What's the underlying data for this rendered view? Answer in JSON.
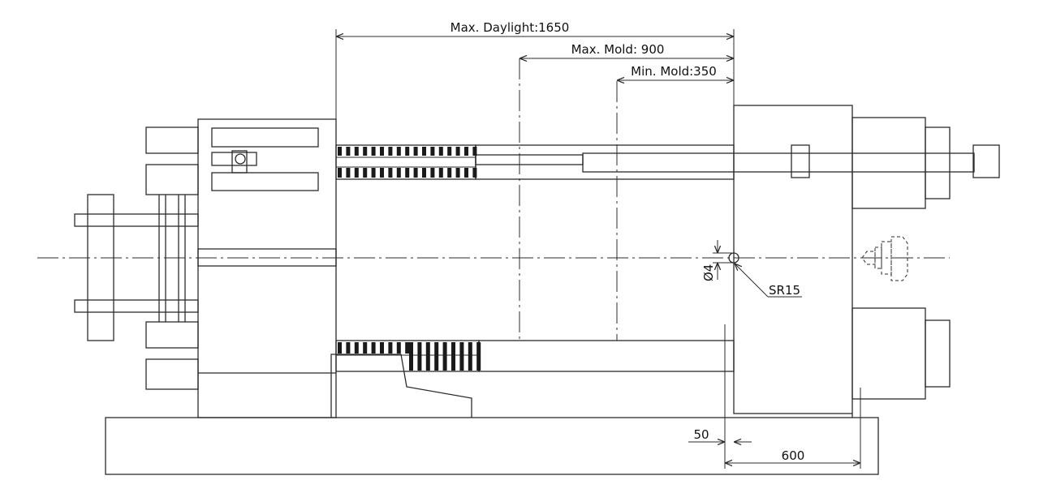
{
  "dimensions": {
    "max_daylight": "Max. Daylight:1650",
    "max_mold": "Max. Mold: 900",
    "min_mold": "Min. Mold:350",
    "nozzle_diameter": "Ø4",
    "sphere_radius": "SR15",
    "offset": "50",
    "clearance": "600"
  },
  "colors": {
    "line": "#2b2b2b",
    "background": "#ffffff"
  }
}
